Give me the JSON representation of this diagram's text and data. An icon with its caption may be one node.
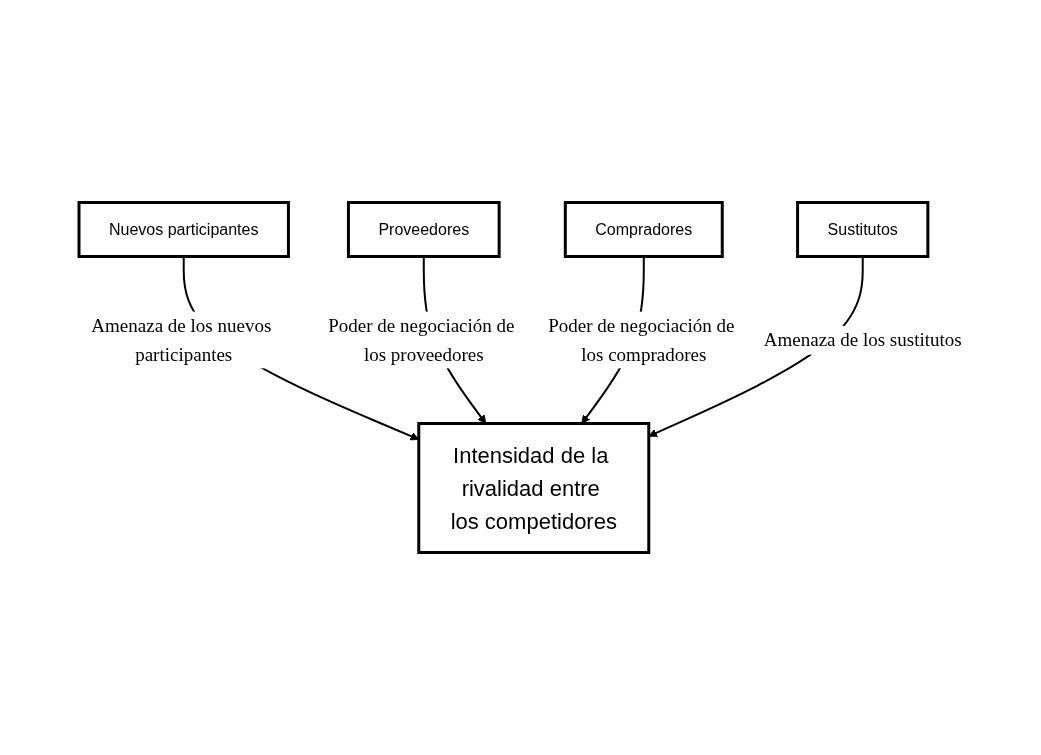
{
  "diagram": {
    "nodes": [
      {
        "text": [
          "Nuevos participantes"
        ]
      },
      {
        "text": [
          "Proveedores"
        ]
      },
      {
        "text": [
          "Intensidad de la rivalidad entre los competidores"
        ]
      },
      {
        "text": [
          "Compradores"
        ]
      },
      {
        "text": [
          "Sustitutos"
        ]
      }
    ],
    "edges": [
      {
        "from": 0,
        "to": 2,
        "arrow": "to",
        "label": "Amenaza de los nuevos participantes"
      },
      {
        "from": 1,
        "to": 2,
        "arrow": "to",
        "label": "Poder de negociación de los proveedores"
      },
      {
        "from": 3,
        "to": 2,
        "arrow": "to",
        "label": "Poder de negociación de los compradores"
      },
      {
        "from": 4,
        "to": 2,
        "arrow": "to",
        "label": "Amenaza de los sustitutos"
      }
    ]
  }
}
